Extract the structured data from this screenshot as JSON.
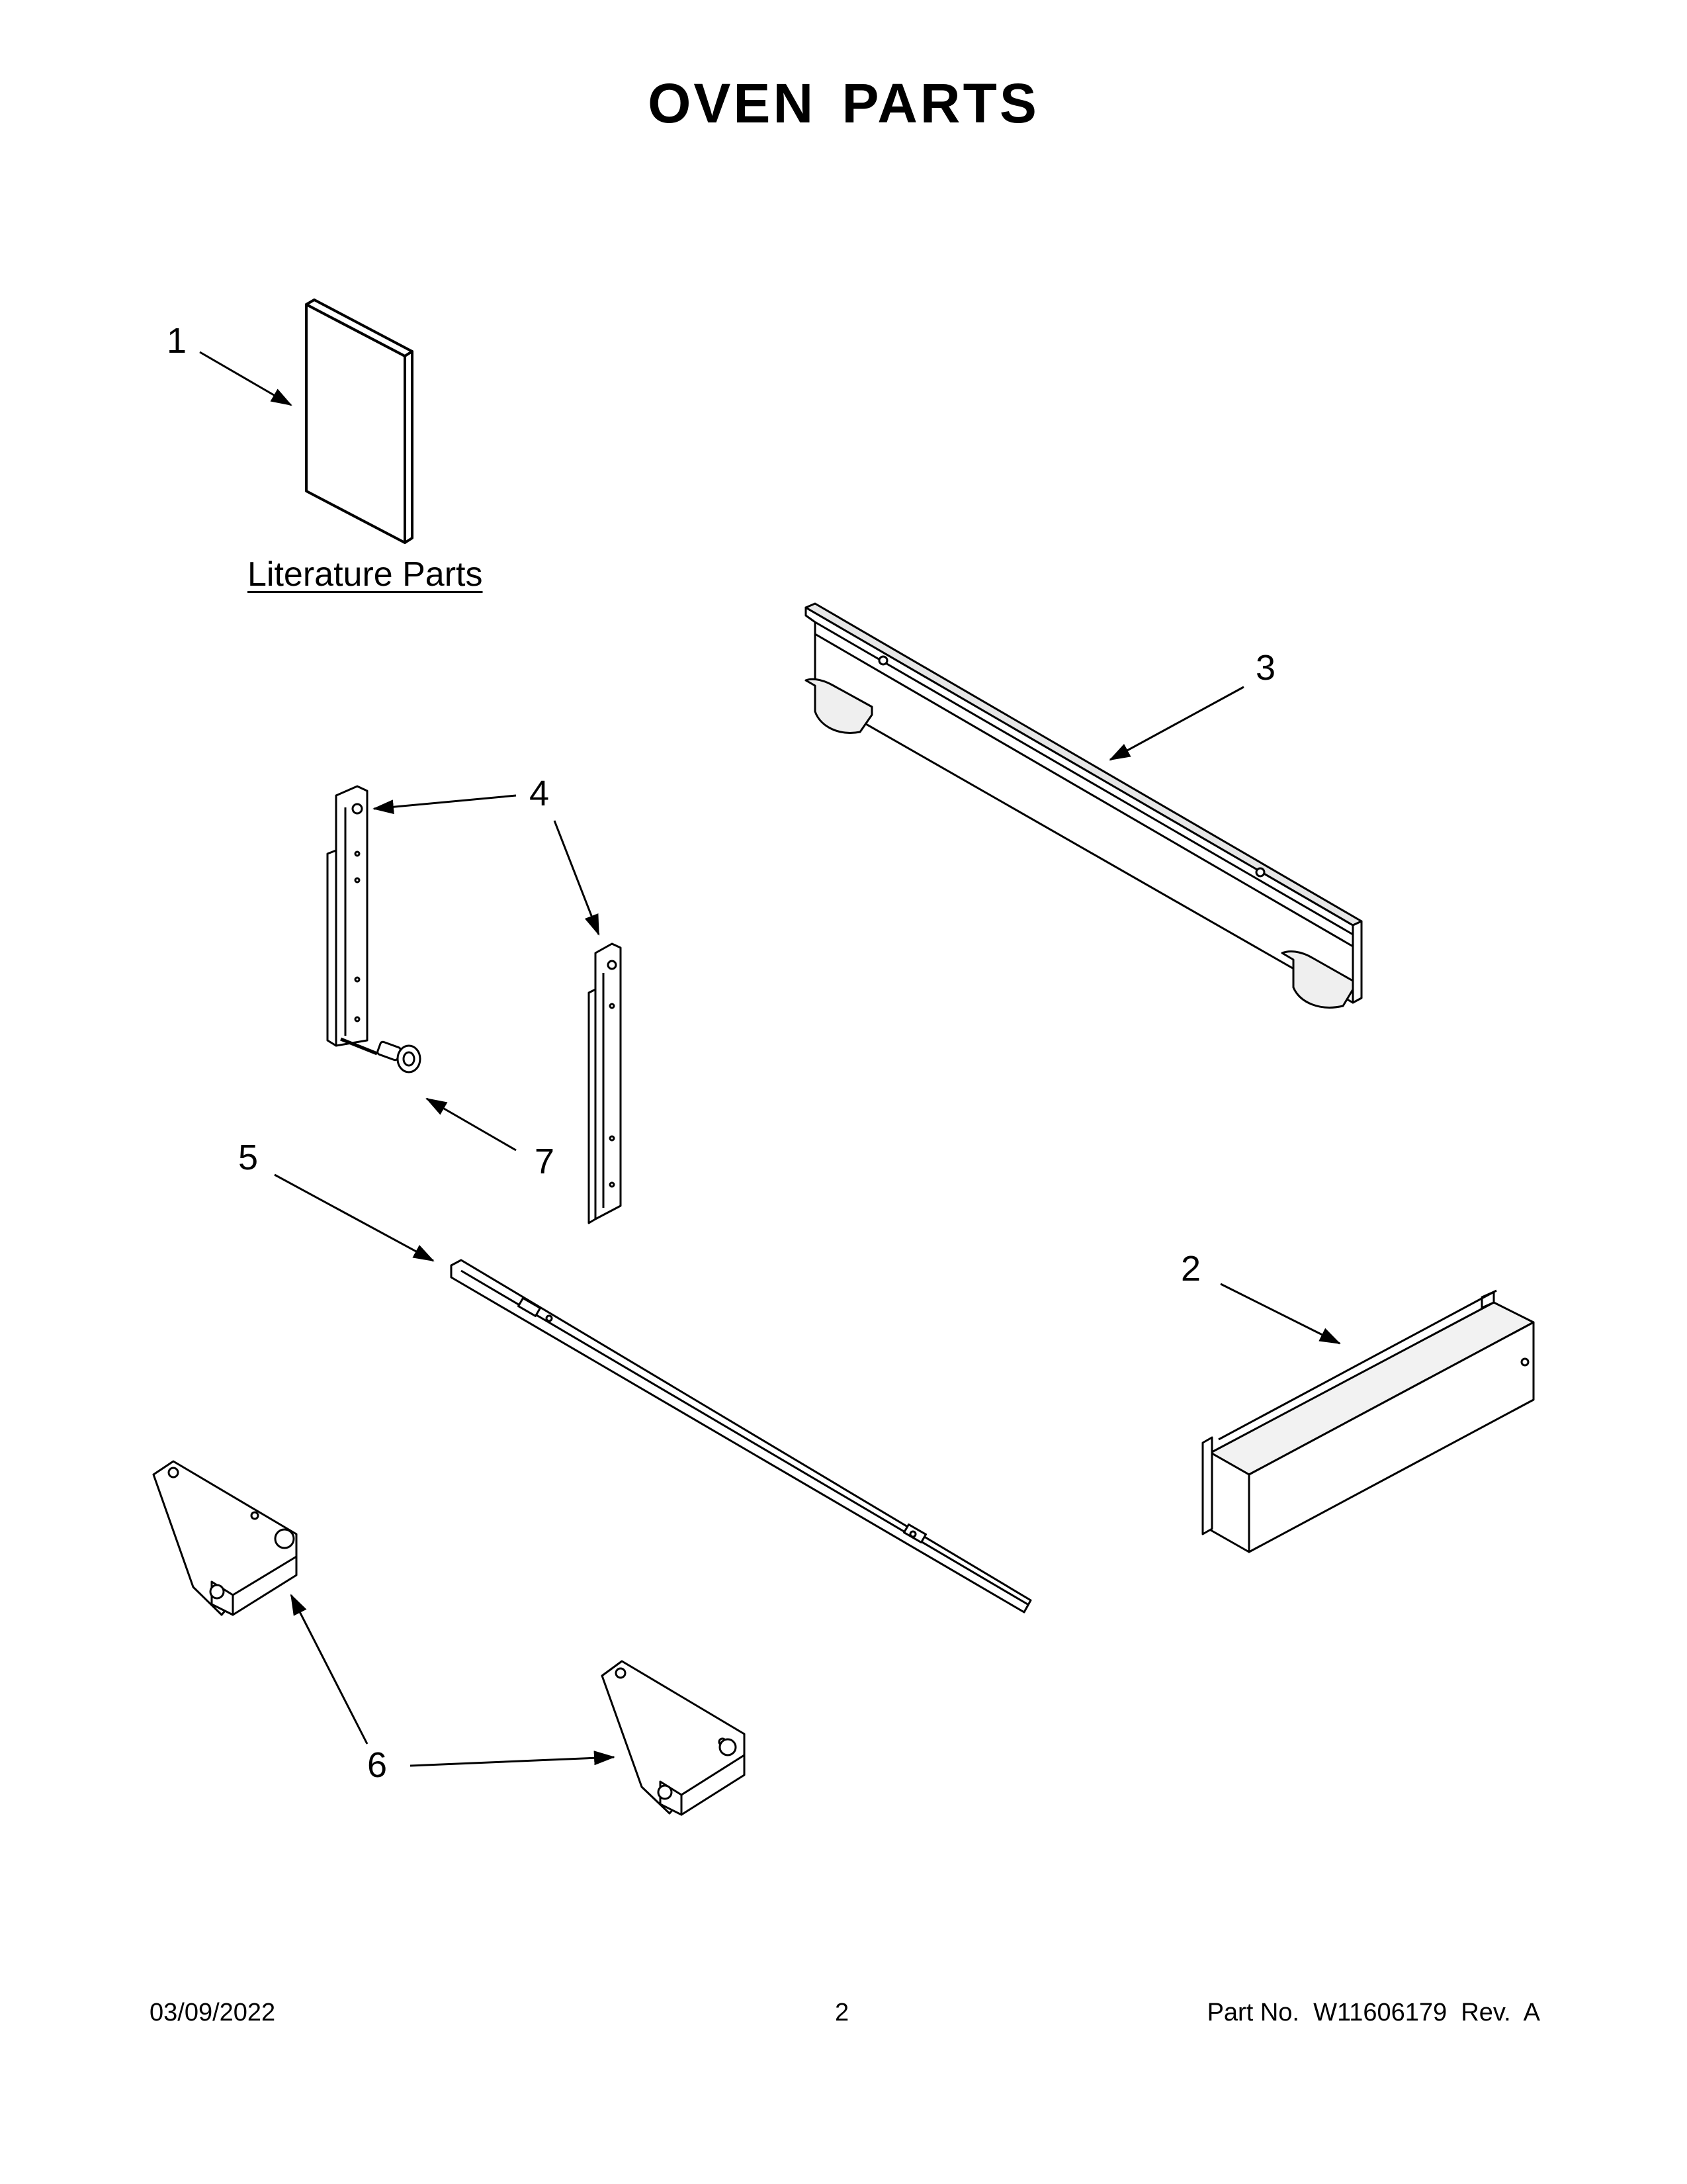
{
  "title": "OVEN PARTS",
  "literature_label": "Literature Parts",
  "callouts": {
    "c1": "1",
    "c2": "2",
    "c3": "3",
    "c4": "4",
    "c5": "5",
    "c6": "6",
    "c7": "7"
  },
  "footer": {
    "date": "03/09/2022",
    "page": "2",
    "part_no": "Part No.  W11606179  Rev.  A"
  }
}
